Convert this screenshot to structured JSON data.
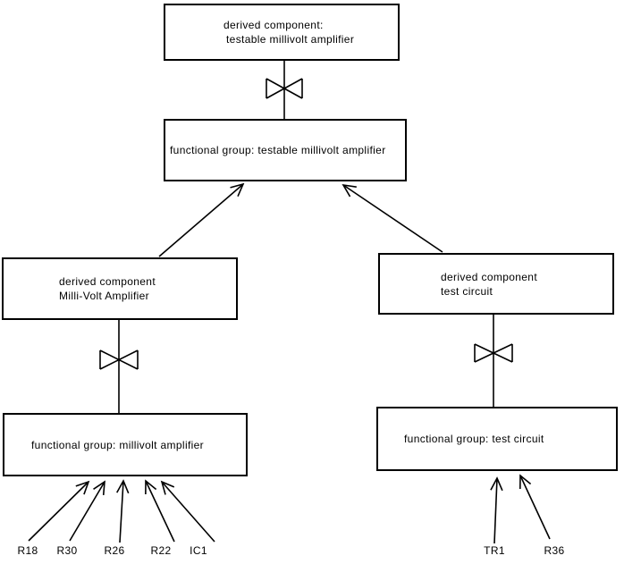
{
  "colors": {
    "background": "#ffffff",
    "line": "#000000",
    "text": "#000000"
  },
  "nodes": {
    "top_derived": {
      "line1": "derived component:",
      "line2": "testable millivolt amplifier"
    },
    "top_functional": {
      "label": "functional group: testable millivolt amplifier"
    },
    "left_derived": {
      "line1": "derived component",
      "line2": "Milli-Volt Amplifier"
    },
    "left_functional": {
      "label": "functional group: millivolt amplifier"
    },
    "right_derived": {
      "line1": "derived component",
      "line2": "test circuit"
    },
    "right_functional": {
      "label": "functional group: test circuit"
    }
  },
  "left_components": [
    "R18",
    "R30",
    "R26",
    "R22",
    "IC1"
  ],
  "right_components": [
    "TR1",
    "R36"
  ],
  "icons": {
    "bowtie": "composition-bowtie-icon",
    "arrowhead": "open-arrowhead-icon"
  }
}
